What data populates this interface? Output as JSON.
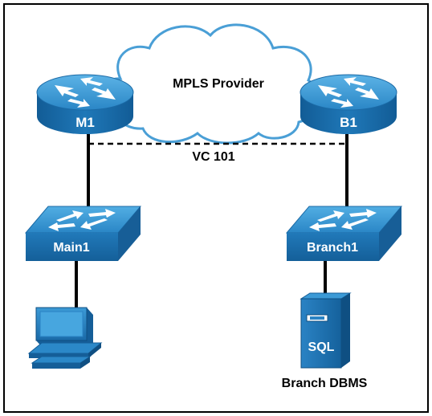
{
  "cloud": {
    "label": "MPLS Provider"
  },
  "routers": [
    {
      "id": "M1",
      "label": "M1"
    },
    {
      "id": "B1",
      "label": "B1"
    }
  ],
  "virtual_circuit": {
    "label": "VC 101"
  },
  "switches": [
    {
      "id": "Main1",
      "label": "Main1"
    },
    {
      "id": "Branch1",
      "label": "Branch1"
    }
  ],
  "server": {
    "badge": "SQL",
    "caption": "Branch DBMS"
  },
  "colors": {
    "router_top": "#3a98d4",
    "router_body": "#1a6fb0",
    "switch_top": "#2e8fcf",
    "switch_front": "#1d73b3",
    "cloud_stroke": "#4a9fd6",
    "link": "#000000"
  }
}
